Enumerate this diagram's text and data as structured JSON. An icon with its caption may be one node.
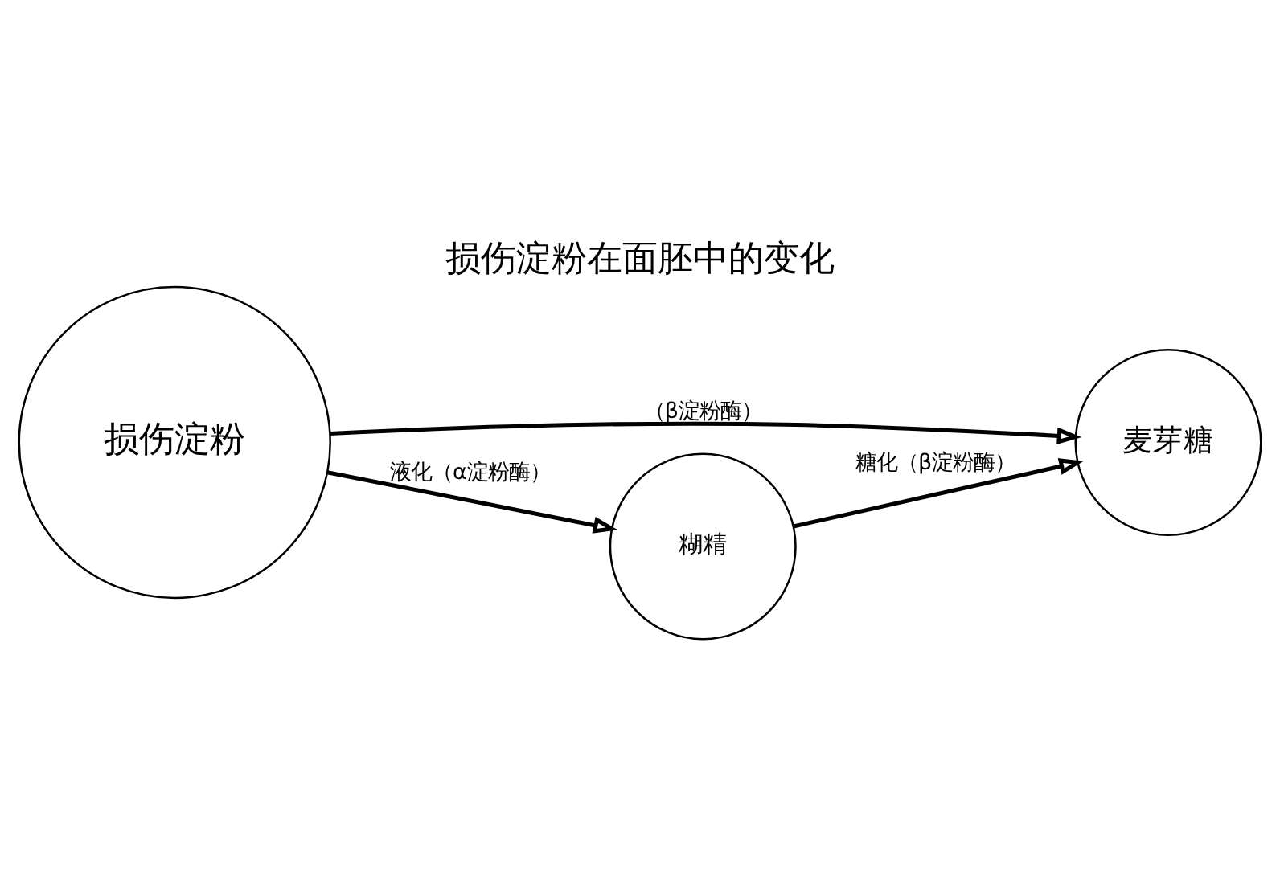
{
  "diagram": {
    "title": "损伤淀粉在面胚中的变化",
    "nodes": [
      {
        "text": [
          "损伤淀粉"
        ]
      },
      {
        "text": [
          "麦芽糖"
        ]
      },
      {
        "text": [
          "糊精"
        ]
      }
    ],
    "edges": [
      {
        "from": 0,
        "to": 1,
        "arrow": "to",
        "label": "（β淀粉酶）"
      },
      {
        "from": 0,
        "to": 2,
        "arrow": "to",
        "label": "液化（α淀粉酶）"
      },
      {
        "from": 2,
        "to": 1,
        "arrow": "to",
        "label": "糖化（β淀粉酶）"
      }
    ]
  }
}
